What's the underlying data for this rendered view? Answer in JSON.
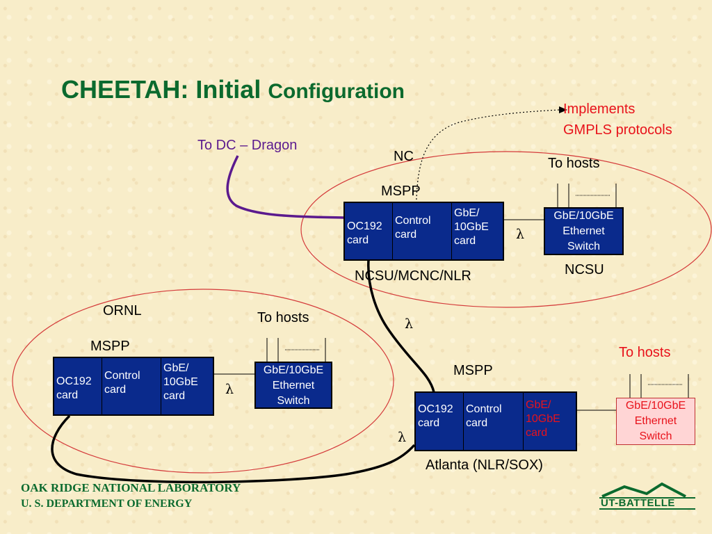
{
  "title": {
    "main": "CHEETAH: Initial",
    "sub": "Configuration"
  },
  "gmpls_note": "Implements\nGMPLS protocols",
  "to_dc": "To DC – Dragon",
  "nc_site": {
    "label": "NC",
    "mspp_label": "MSPP",
    "cards": [
      "OC192\ncard",
      "Control\ncard",
      "GbE/\n10GbE\ncard"
    ],
    "lambda": "λ",
    "switch": "GbE/10GbE\nEthernet\nSwitch",
    "hosts": "To hosts",
    "location": "NCSU/MCNC/NLR",
    "switch_location": "NCSU"
  },
  "ornl_site": {
    "label": "ORNL",
    "mspp_label": "MSPP",
    "cards": [
      "OC192\ncard",
      "Control\ncard",
      "GbE/\n10GbE\ncard"
    ],
    "lambda": "λ",
    "switch": "GbE/10GbE\nEthernet\nSwitch",
    "hosts": "To hosts"
  },
  "atlanta_site": {
    "mspp_label": "MSPP",
    "cards": [
      "OC192\ncard",
      "Control\ncard",
      "GbE/\n10GbE\ncard"
    ],
    "switch": "GbE/10GbE\nEthernet\nSwitch",
    "hosts": "To hosts",
    "location": "Atlanta (NLR/SOX)"
  },
  "link_lambda_nc_atl": "λ",
  "link_lambda_ornl_atl": "λ",
  "footer": {
    "line1": "OAK RIDGE NATIONAL LABORATORY",
    "line2": "U. S. DEPARTMENT OF ENERGY",
    "logo_text": "UT-BATTELLE"
  },
  "colors": {
    "title_green": "#0b6a2e",
    "card_blue": "#0a2a8c",
    "highlight_red": "#e8121b",
    "dc_link_purple": "#5b1a8e",
    "site_ellipse": "#d43a3a"
  }
}
